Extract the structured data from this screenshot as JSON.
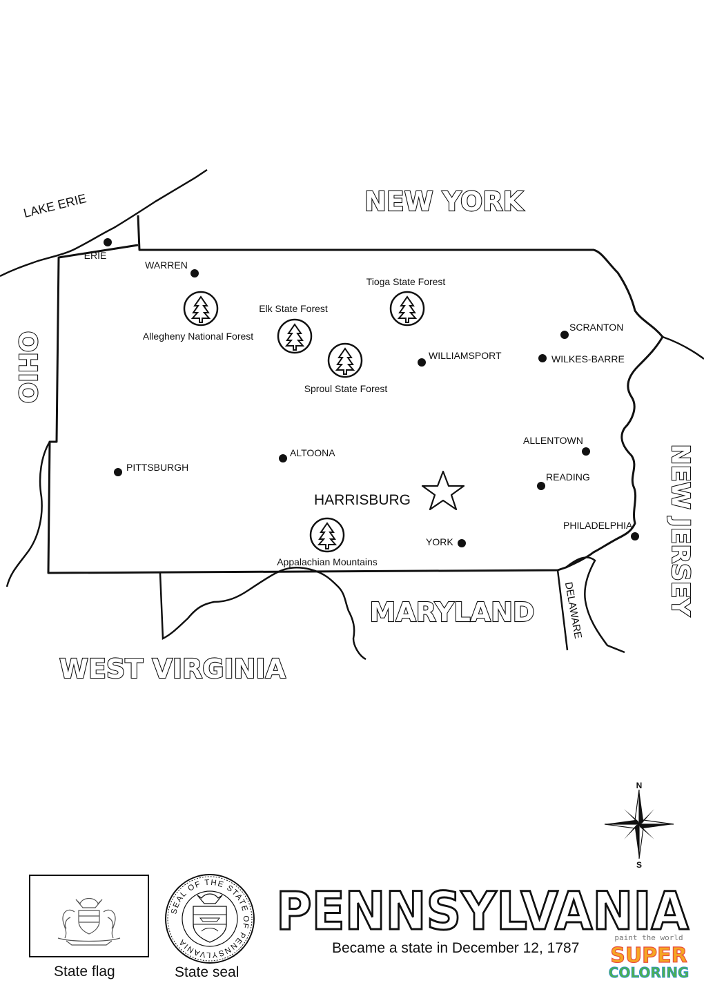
{
  "map": {
    "states": {
      "new_york": "NEW YORK",
      "ohio": "OHIO",
      "new_jersey": "NEW JERSEY",
      "maryland": "MARYLAND",
      "west_virginia": "WEST VIRGINIA",
      "delaware": "DELAWARE"
    },
    "water": {
      "lake_erie": "LAKE ERIE"
    },
    "capital": "HARRISBURG",
    "cities": {
      "erie": "ERIE",
      "warren": "WARREN",
      "scranton": "SCRANTON",
      "williamsport": "WILLIAMSPORT",
      "wilkes_barre": "WILKES-BARRE",
      "allentown": "ALLENTOWN",
      "pittsburgh": "PITTSBURGH",
      "altoona": "ALTOONA",
      "reading": "READING",
      "philadelphia": "PHILADELPHIA",
      "york": "YORK"
    },
    "forests": {
      "tioga": "Tioga State Forest",
      "elk": "Elk State Forest",
      "allegheny": "Allegheny National Forest",
      "sproul": "Sproul State Forest",
      "appalachian": "Appalachian Mountains"
    },
    "compass": {
      "north": "N",
      "south": "S"
    }
  },
  "footer": {
    "flag_caption": "State flag",
    "seal_caption": "State seal",
    "seal_ring_text": "SEAL OF THE STATE OF PENNSYLVANIA",
    "title": "PENNSYLVANIA",
    "subtitle": "Became a state in December 12, 1787",
    "watermark_top": "paint the world",
    "watermark_line1": "SUPER",
    "watermark_line2": "COLORING"
  },
  "colors": {
    "line": "#111111",
    "background": "#ffffff",
    "watermark": [
      "#e84c3d",
      "#f5a623",
      "#4cb050",
      "#2f8fd8",
      "#9b59b6"
    ]
  }
}
